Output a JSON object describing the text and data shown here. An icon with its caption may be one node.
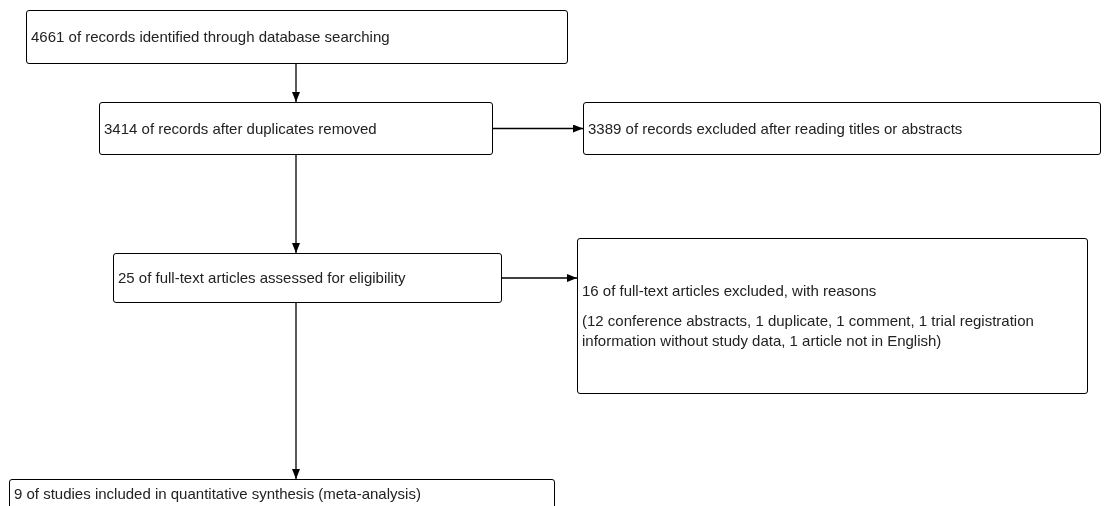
{
  "diagram": {
    "nodes": [
      {
        "text": [
          "4661 of records identified through database searching"
        ]
      },
      {
        "text": [
          "3414 of records after duplicates removed"
        ]
      },
      {
        "text": [
          "3389 of records excluded after reading titles or abstracts"
        ]
      },
      {
        "text": [
          "16 of full-text articles excluded, with reasons",
          "(12 conference abstracts, 1 duplicate, 1 comment, 1 trial registration information without study data, 1 article not in English)"
        ]
      },
      {
        "text": [
          "25 of full-text articles assessed for eligibility"
        ]
      },
      {
        "text": [
          "9 of studies included in quantitative synthesis (meta-analysis)"
        ]
      }
    ],
    "edges": [
      {
        "from": 0,
        "to": 1,
        "arrow": "to"
      },
      {
        "from": 1,
        "to": 2,
        "arrow": "to"
      },
      {
        "from": 1,
        "to": 4,
        "arrow": "to"
      },
      {
        "from": 4,
        "to": 3,
        "arrow": "to"
      },
      {
        "from": 4,
        "to": 5,
        "arrow": "to"
      }
    ]
  }
}
